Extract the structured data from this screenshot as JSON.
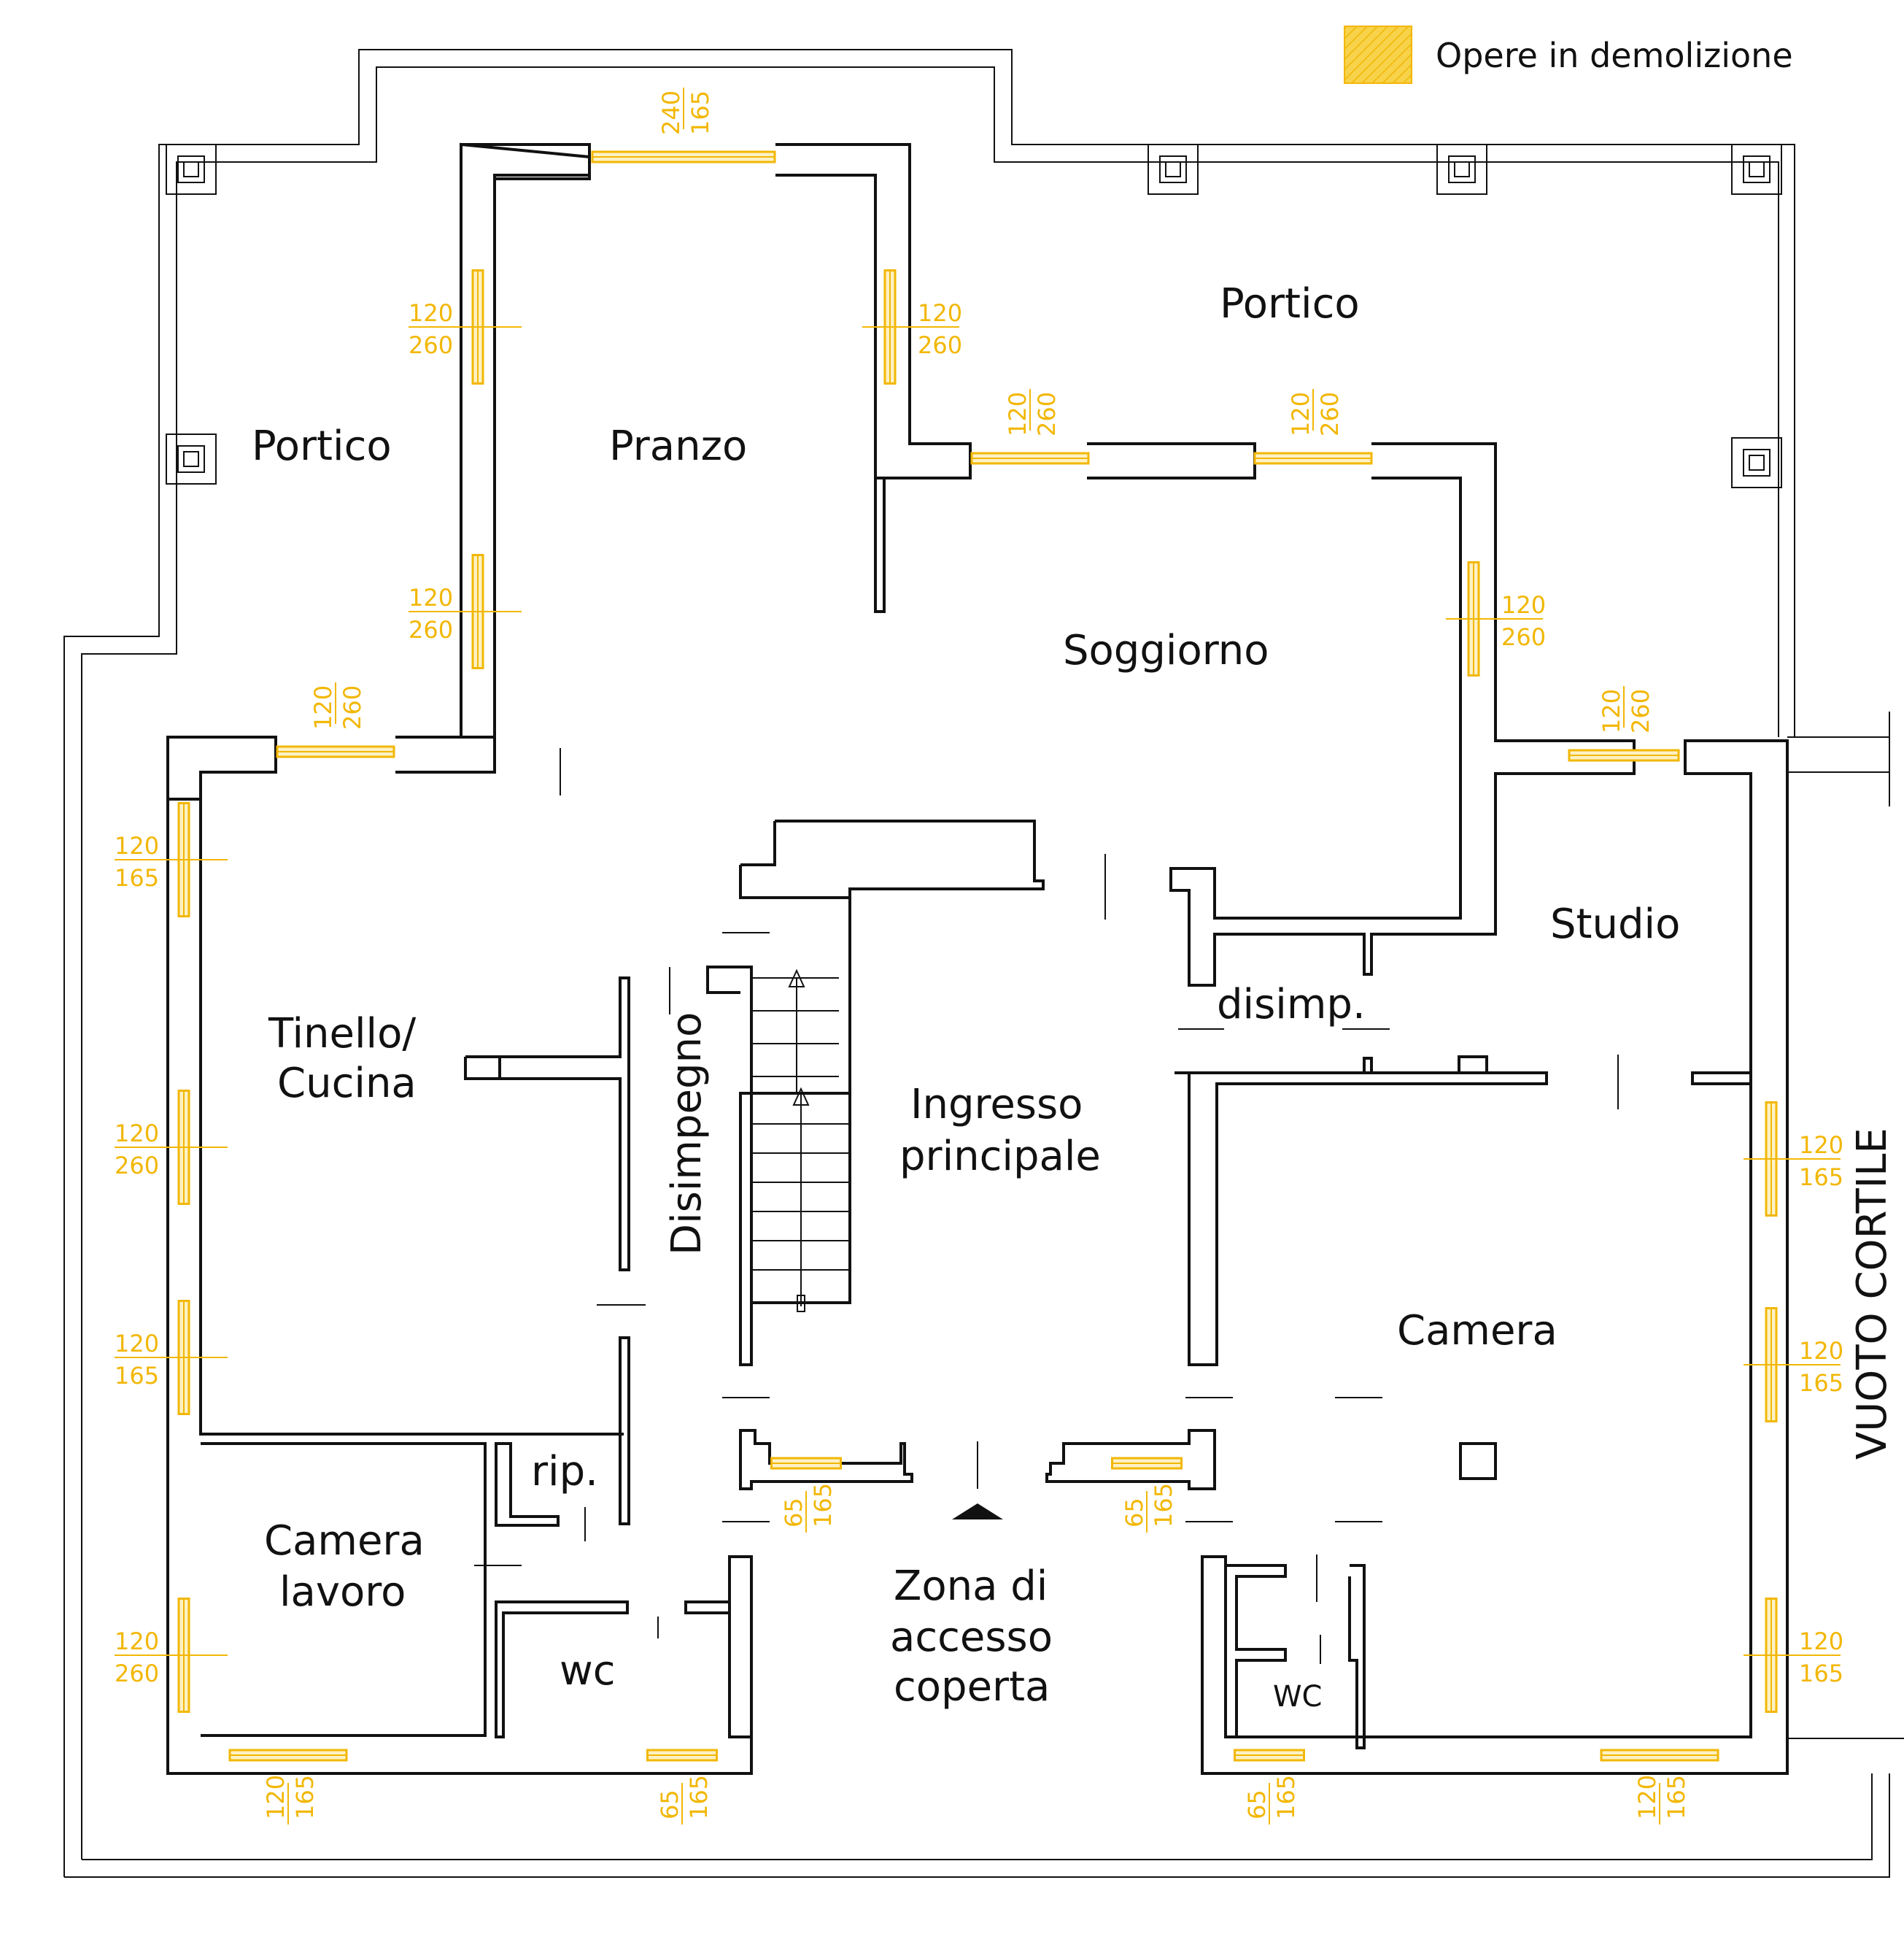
{
  "colors": {
    "walls": "#111111",
    "demolition": "#f2b705",
    "background": "#ffffff"
  },
  "legend": {
    "label": "Opere in demolizione"
  },
  "rooms": {
    "portico_left": "Portico",
    "portico_right": "Portico",
    "pranzo": "Pranzo",
    "soggiorno": "Soggiorno",
    "studio": "Studio",
    "tinello_1": "Tinello/",
    "tinello_2": "Cucina",
    "disimpegno": "Disimpegno",
    "ingresso_1": "Ingresso",
    "ingresso_2": "principale",
    "disimp": "disimp.",
    "camera": "Camera",
    "rip": "rip.",
    "camera_lavoro_1": "Camera",
    "camera_lavoro_2": "lavoro",
    "wc_left": "wc",
    "wc_right": "WC",
    "zona_1": "Zona di",
    "zona_2": "accesso",
    "zona_3": "coperta",
    "vuoto_cortile": "VUOTO CORTILE"
  },
  "openings": [
    {
      "width": "240",
      "height": "165"
    },
    {
      "width": "120",
      "height": "260"
    },
    {
      "width": "120",
      "height": "260"
    },
    {
      "width": "120",
      "height": "260"
    },
    {
      "width": "120",
      "height": "260"
    },
    {
      "width": "120",
      "height": "260"
    },
    {
      "width": "120",
      "height": "260"
    },
    {
      "width": "120",
      "height": "260"
    },
    {
      "width": "120",
      "height": "260"
    },
    {
      "width": "120",
      "height": "165"
    },
    {
      "width": "120",
      "height": "260"
    },
    {
      "width": "120",
      "height": "165"
    },
    {
      "width": "120",
      "height": "260"
    },
    {
      "width": "120",
      "height": "165"
    },
    {
      "width": "65",
      "height": "165"
    },
    {
      "width": "65",
      "height": "165"
    },
    {
      "width": "65",
      "height": "165"
    },
    {
      "width": "65",
      "height": "165"
    },
    {
      "width": "120",
      "height": "165"
    },
    {
      "width": "120",
      "height": "165"
    },
    {
      "width": "120",
      "height": "165"
    },
    {
      "width": "120",
      "height": "165"
    }
  ]
}
